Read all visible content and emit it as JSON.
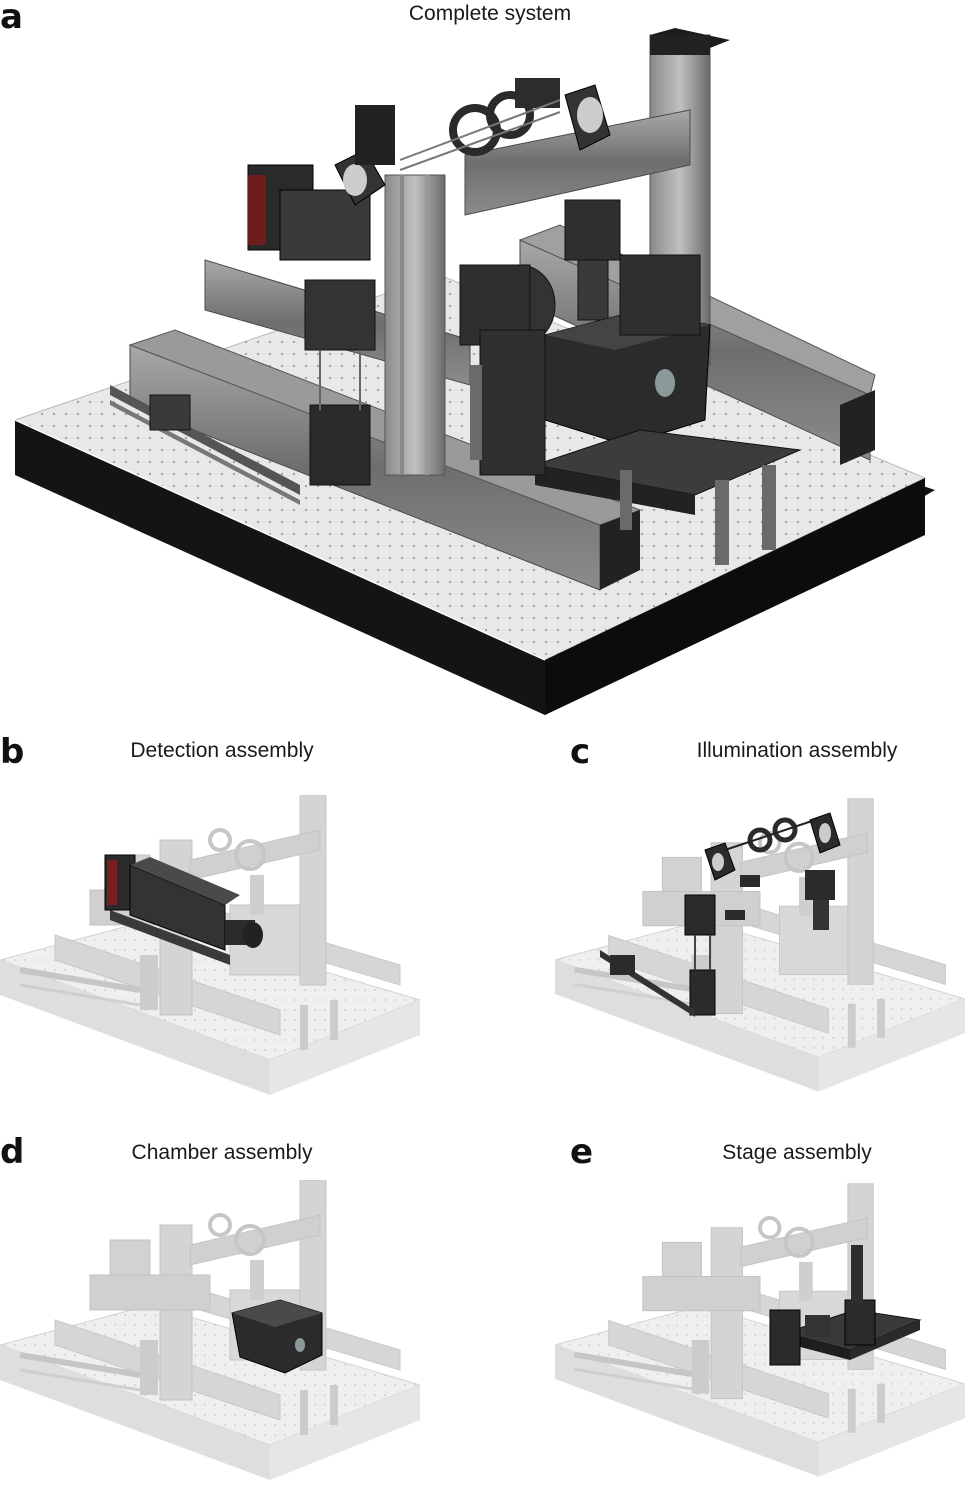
{
  "panels": {
    "a": {
      "letter": "a",
      "title": "Complete system"
    },
    "b": {
      "letter": "b",
      "title": "Detection assembly"
    },
    "c": {
      "letter": "c",
      "title": "Illumination assembly"
    },
    "d": {
      "letter": "d",
      "title": "Chamber assembly"
    },
    "e": {
      "letter": "e",
      "title": "Stage assembly"
    }
  },
  "colors": {
    "table_top": "#e6e6e6",
    "table_side": "#111111",
    "rail": "#7d7d7d",
    "dark_part": "#2b2b2b",
    "ghost": "#dcdcdc",
    "ghost_dark": "#c8c8c8",
    "camera_red": "#7a1f1f"
  }
}
